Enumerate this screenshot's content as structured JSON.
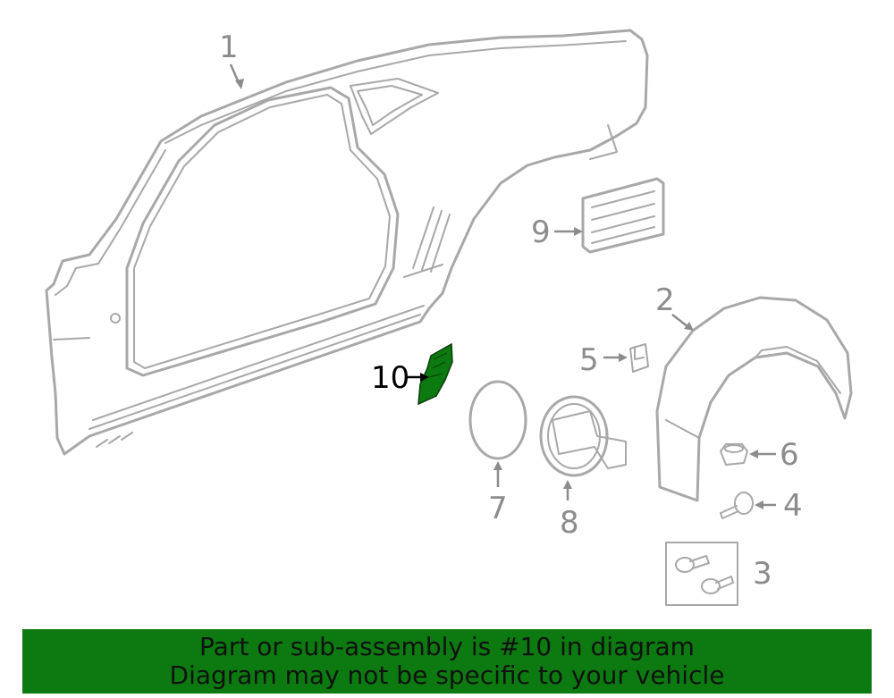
{
  "callouts": {
    "c1": "1",
    "c2": "2",
    "c3": "3",
    "c4": "4",
    "c5": "5",
    "c6": "6",
    "c7": "7",
    "c8": "8",
    "c9": "9",
    "c10": "10"
  },
  "highlight_color": "#0c7a10",
  "banner": {
    "line1": "Part or sub-assembly is #10 in diagram",
    "line2": "Diagram may not be specific to your vehicle"
  }
}
